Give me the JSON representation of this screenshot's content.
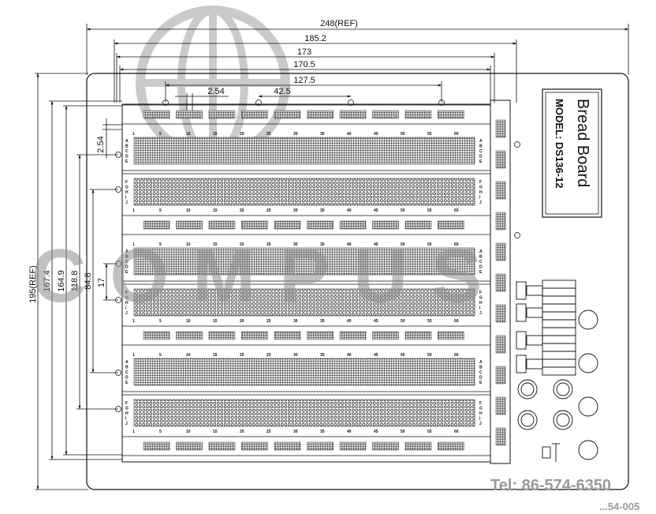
{
  "dimensions": {
    "overall_width": "248(REF)",
    "w1": "185.2",
    "w2": "173",
    "w3": "170.5",
    "w4": "127.5",
    "pitch": "2.54",
    "w5": "42.5",
    "overall_height": "195(REF)",
    "h1": "167.4",
    "h2": "164.9",
    "h3": "118.8",
    "h4": "84.8",
    "h5": "17",
    "v_pitch": "2.54"
  },
  "label": {
    "line1": "Bread Board",
    "line2": "MODEL: DS136-12"
  },
  "row_letters_top": [
    "A",
    "B",
    "C",
    "D",
    "E"
  ],
  "row_letters_bottom": [
    "F",
    "G",
    "H",
    "I",
    "J"
  ],
  "column_numbers": [
    "1",
    "5",
    "10",
    "15",
    "20",
    "25",
    "30",
    "35",
    "40",
    "45",
    "50",
    "55",
    "60"
  ],
  "watermark": {
    "text": "COMPUS",
    "contact": "Tel: 86-574-6350",
    "contact2": "...54-005"
  }
}
